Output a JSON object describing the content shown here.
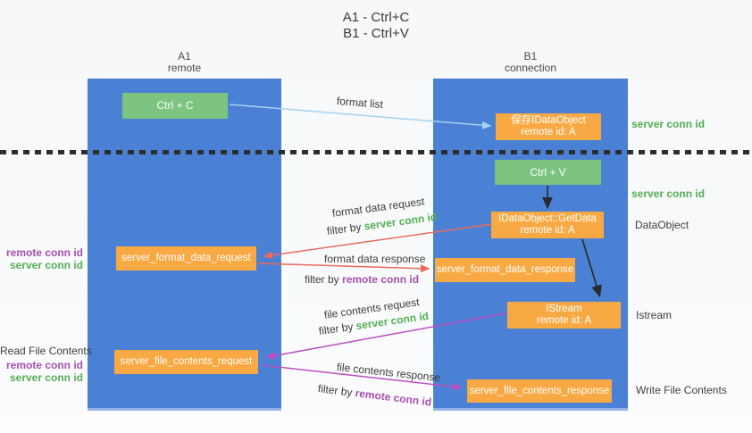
{
  "title": {
    "line1": "A1 - Ctrl+C",
    "line2": "B1 - Ctrl+V"
  },
  "columns": {
    "a1": {
      "name": "A1",
      "subtitle": "remote"
    },
    "b1": {
      "name": "B1",
      "subtitle": "connection"
    }
  },
  "nodes": {
    "ctrl_c": {
      "label": "Ctrl + C"
    },
    "save_dataobject": {
      "line1": "保存IDataObject",
      "line2": "remote id: A"
    },
    "ctrl_v": {
      "label": "Ctrl + V"
    },
    "getdata": {
      "line1": "IDataObject::GetData",
      "line2": "remote id: A"
    },
    "server_format_data_request": {
      "label": "server_format_data_request"
    },
    "server_format_data_response": {
      "label": "server_format_data_response"
    },
    "istream": {
      "line1": "IStream",
      "line2": "remote id: A"
    },
    "server_file_contents_request": {
      "label": "server_file_contents_request"
    },
    "server_file_contents_response": {
      "label": "server_file_contents_response"
    }
  },
  "arrow_labels": {
    "format_list": "format list",
    "format_data_request": "format data request",
    "format_data_response": "format data response",
    "file_contents_request": "file contents request",
    "file_contents_response": "file contents response",
    "filter_by": "filter by",
    "server_conn_id": "server conn id",
    "remote_conn_id": "remote conn id"
  },
  "side_labels": {
    "right_server_conn_id_top": "server conn id",
    "right_server_conn_id_mid": "server conn id",
    "dataobject": "DataObject",
    "istream": "Istream",
    "write_file_contents": "Write File Contents",
    "read_file_contents": "Read File Contents",
    "left_remote_conn_id_1": "remote conn id",
    "left_server_conn_id_1": "server conn id",
    "left_remote_conn_id_2": "remote conn id",
    "left_server_conn_id_2": "server conn id"
  },
  "colors": {
    "column_blue": "#4a81d4",
    "node_green": "#7cc480",
    "node_orange": "#f9a943",
    "text_green": "#53ae53",
    "text_purple": "#a64fae",
    "arrow_red": "#ea6a5f",
    "arrow_magenta": "#bb4ec1",
    "arrow_light_blue": "#a5d2ef",
    "arrow_black": "#2a2a2a"
  }
}
